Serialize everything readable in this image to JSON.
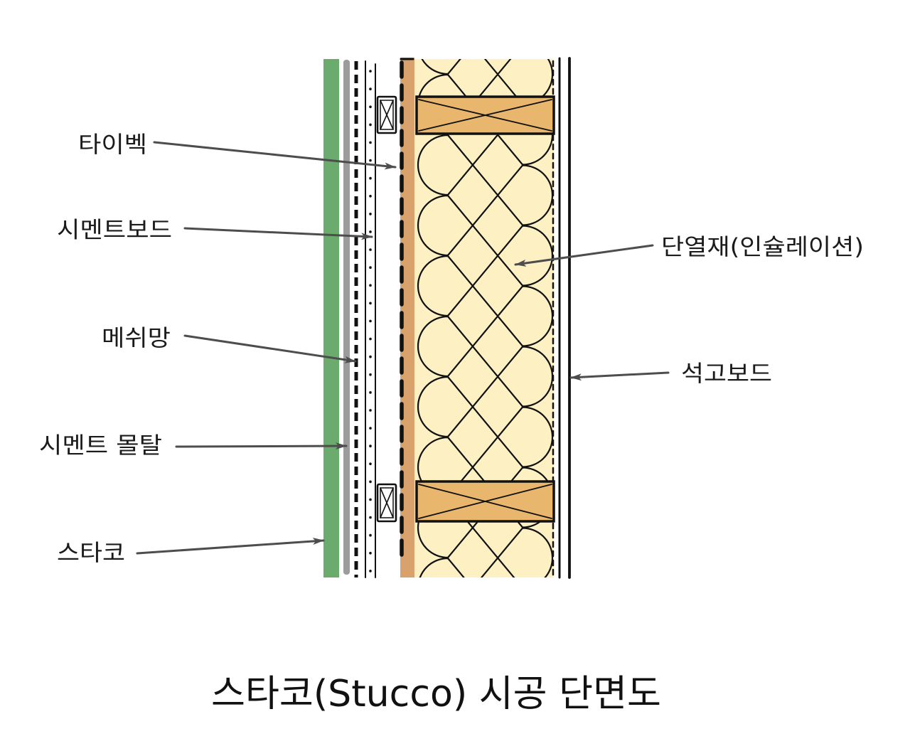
{
  "title": "스타코(Stucco) 시공 단면도",
  "labels": {
    "tyvek": "타이벡",
    "cement_board": "시멘트보드",
    "mesh": "메쉬망",
    "cement_mortar": "시멘트 몰탈",
    "stucco": "스타코",
    "insulation": "단열재(인슐레이션)",
    "gypsum_board": "석고보드"
  },
  "colors": {
    "background": "#ffffff",
    "stucco": "#6bab6e",
    "cement_mortar": "#9c9c9c",
    "sheathing": "#d9a26c",
    "insulation": "#fdf1c4",
    "stud": "#e9b66e",
    "arrow": "#4d4d4d"
  }
}
